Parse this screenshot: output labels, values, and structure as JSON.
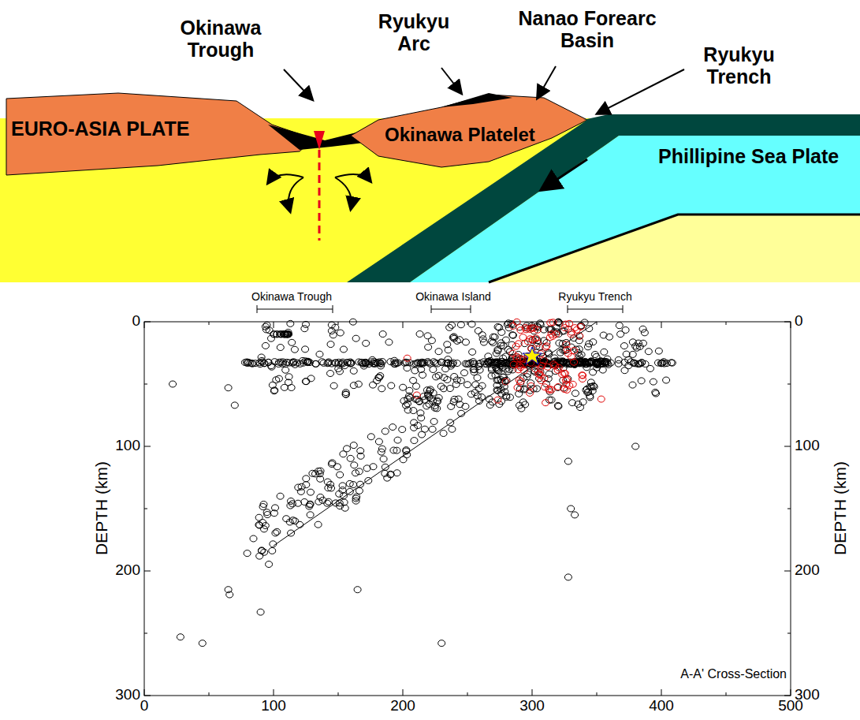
{
  "diagram": {
    "labels": [
      "Okinawa Trough",
      "Ryukyu Arc",
      "Nanao Forearc Basin",
      "Ryukyu Trench",
      "EURO-ASIA PLATE",
      "Okinawa Platelet",
      "Phillipine Sea Plate",
      "Okinawa Trough",
      "Okinawa Island",
      "Ryukyu Trench",
      "DEPTH (km)",
      "DEPTH (km)",
      "0",
      "100",
      "200",
      "300",
      "0",
      "100",
      "200",
      "300",
      "0",
      "100",
      "200",
      "300",
      "400",
      "500",
      "A-A' Cross-Section"
    ]
  }
}
